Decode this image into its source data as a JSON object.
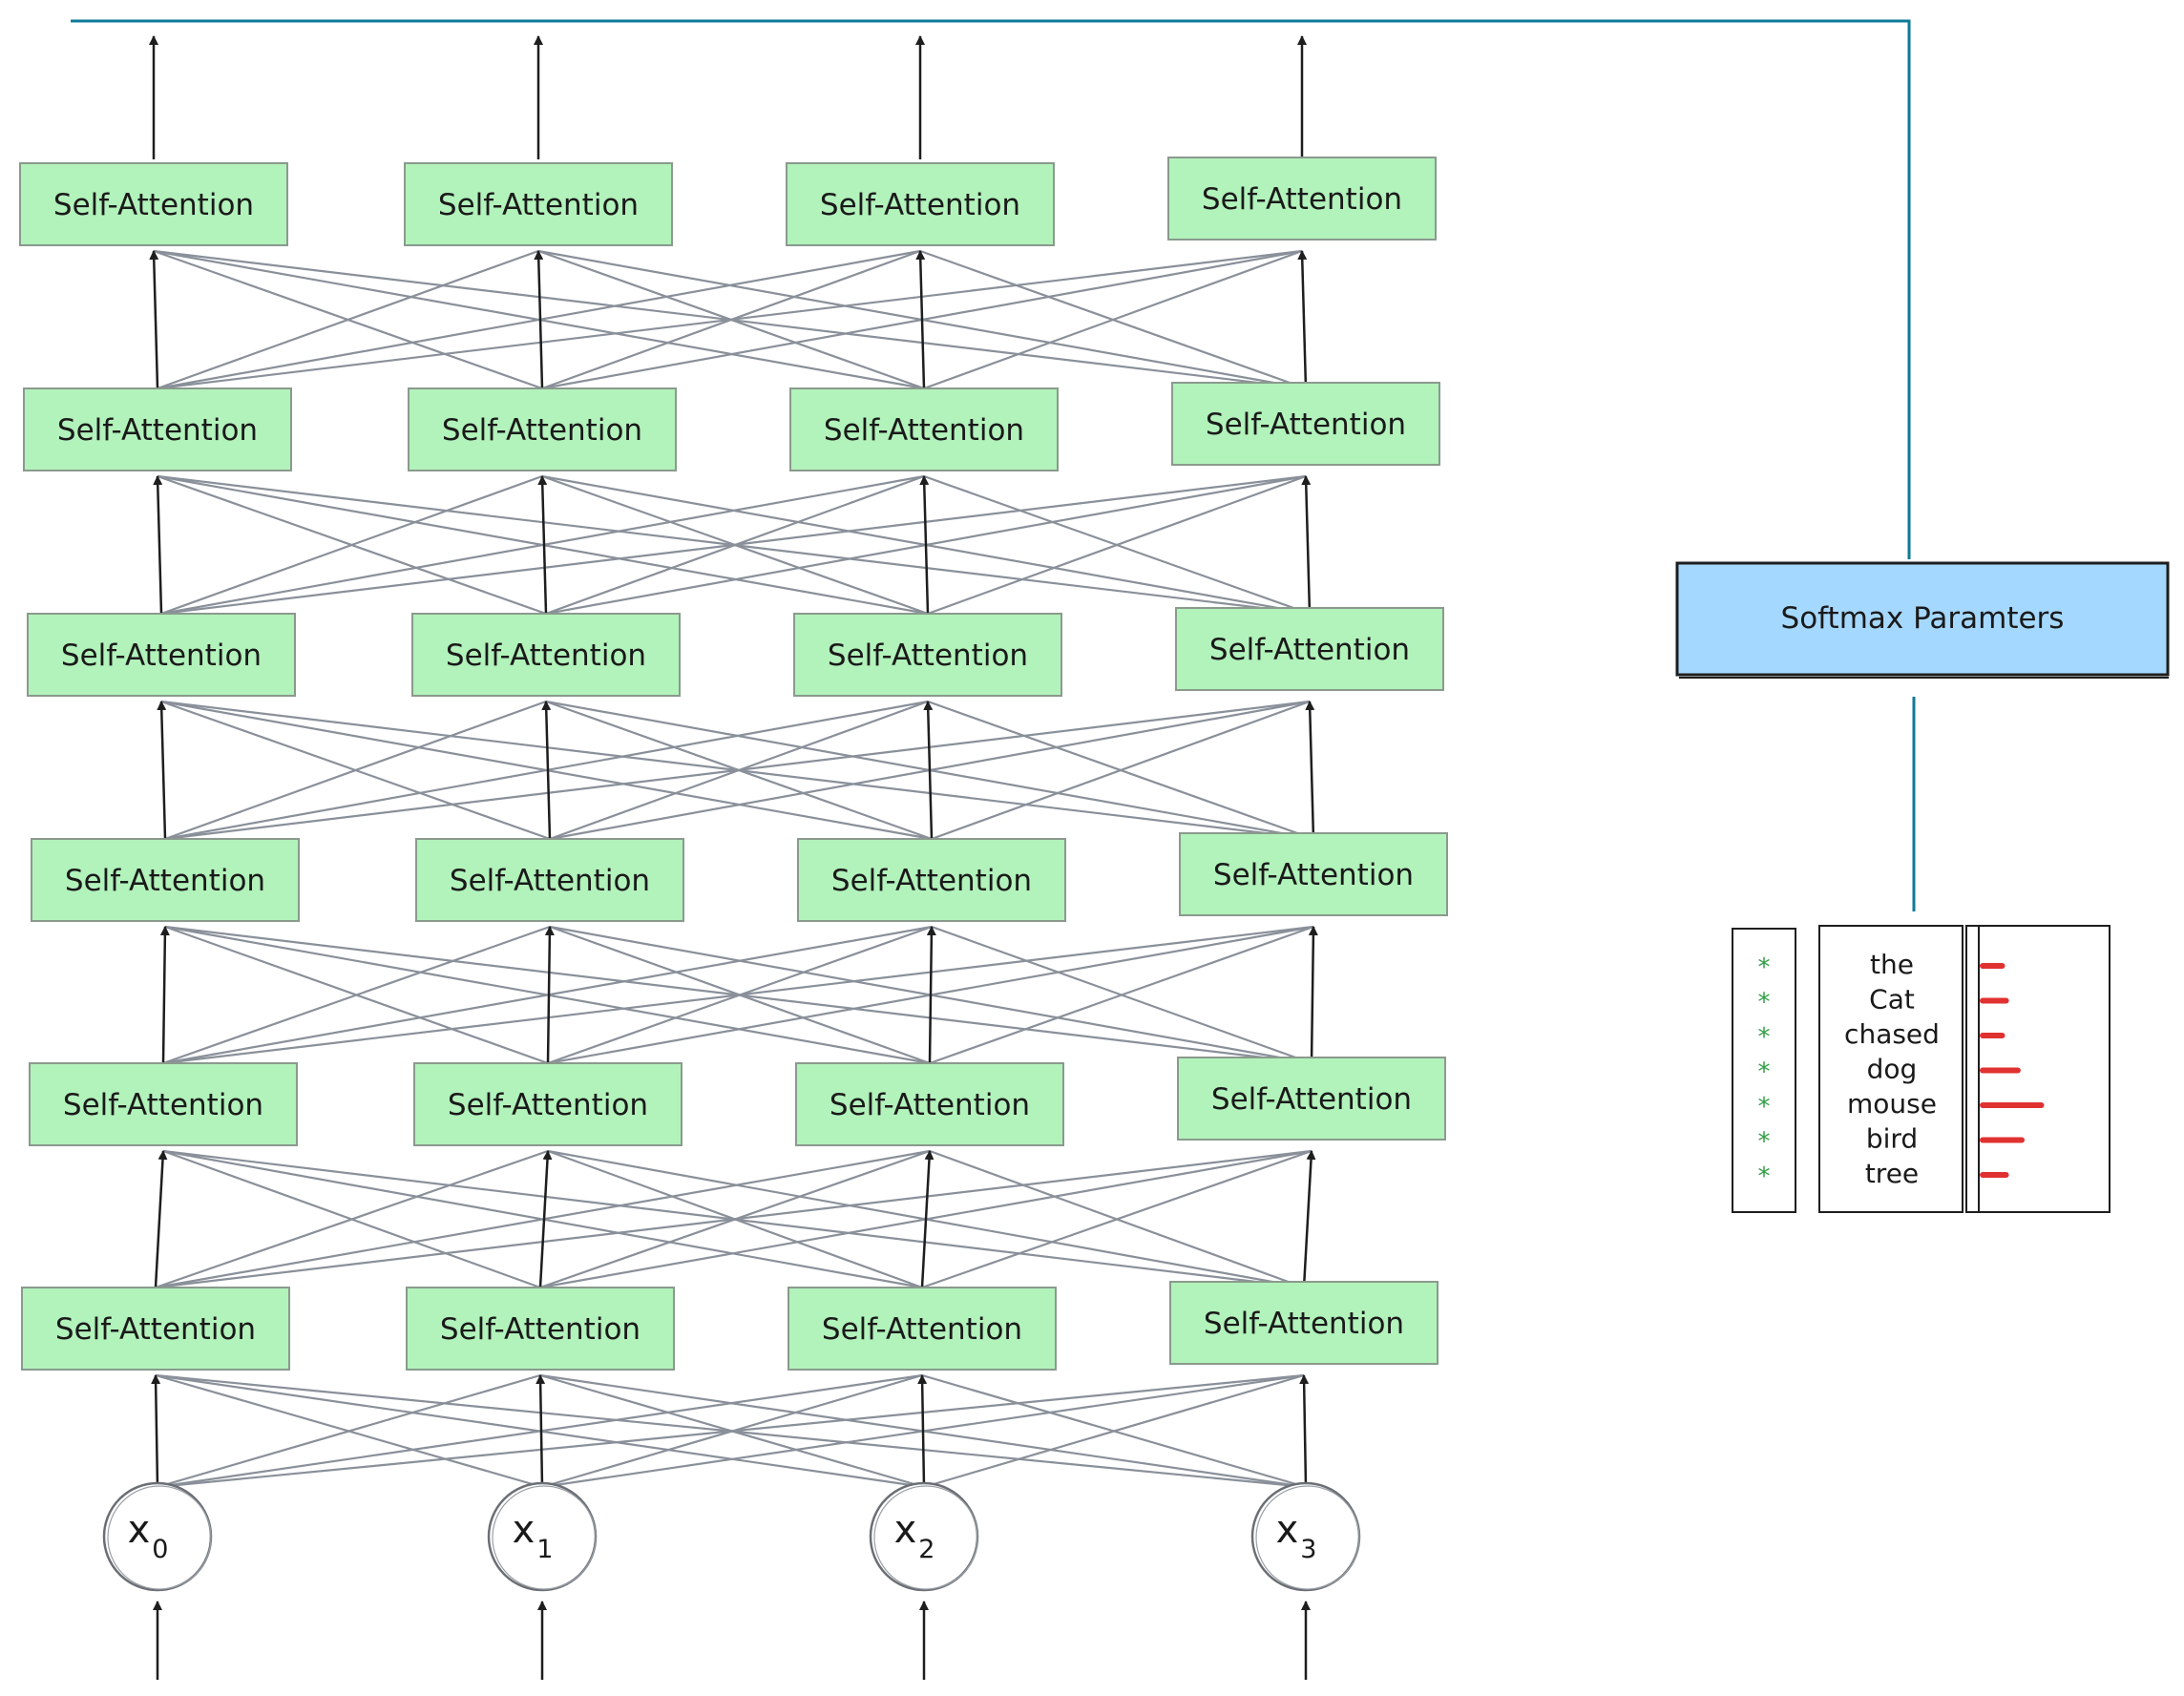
{
  "block_label": "Self-Attention",
  "inputs": [
    {
      "base": "x",
      "sub": "0"
    },
    {
      "base": "x",
      "sub": "1"
    },
    {
      "base": "x",
      "sub": "2"
    },
    {
      "base": "x",
      "sub": "3"
    }
  ],
  "softmax": {
    "label": "Softmax Paramters"
  },
  "vocab": [
    "the",
    "Cat",
    "chased",
    "dog",
    "mouse",
    "bird",
    "tree"
  ],
  "probabilities": [
    0.25,
    0.3,
    0.25,
    0.45,
    0.75,
    0.5,
    0.3
  ],
  "colors": {
    "block_fill": "#b2f2bb",
    "block_stroke": "#8a9a8d",
    "softmax_fill": "#a5d8ff",
    "softmax_stroke": "#1e1e1e",
    "arrow": "#1e1e1e",
    "connection": "#8a909a",
    "route_line": "#0c7a98",
    "bar": "#e03131",
    "star": "#2f9e44"
  }
}
